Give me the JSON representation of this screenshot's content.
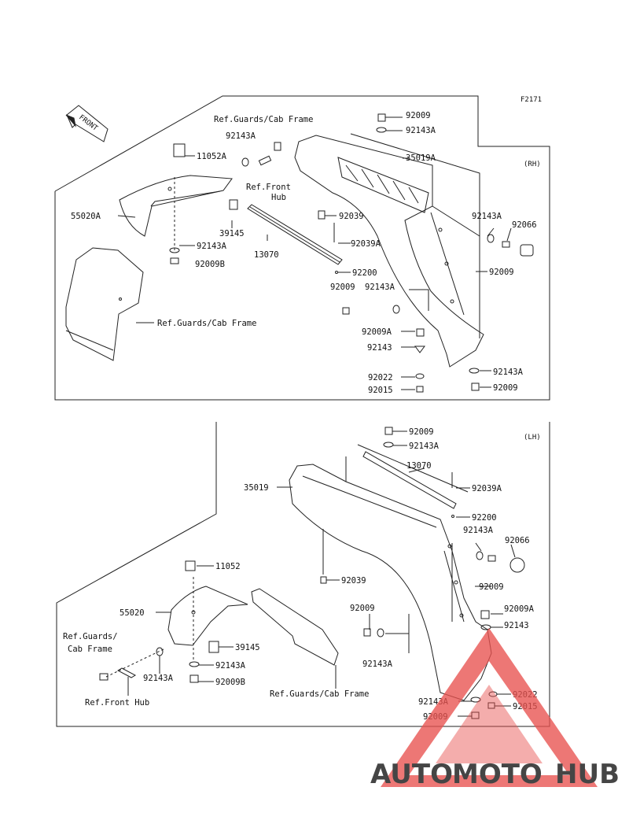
{
  "figure_code": "F2171",
  "front_label": "FRONT",
  "watermark": {
    "part1": "AUTO",
    "part2": "MOTO",
    "part3": "HUB",
    "color1": "#f5b25a",
    "color2": "#e8524f",
    "color3": "#808080"
  },
  "rh": {
    "side": "(RH)",
    "ref_guards_top": "Ref.Guards/Cab Frame",
    "ref_front_hub": [
      "Ref.Front",
      "Hub"
    ],
    "ref_guards_low": "Ref.Guards/Cab Frame",
    "parts": {
      "p92009_top": "92009",
      "p92143A_top": "92143A",
      "p35019A": "35019A",
      "p92143A_ref": "92143A",
      "p11052A": "11052A",
      "p55020A": "55020A",
      "p39145": "39145",
      "p13070": "13070",
      "p92143A_l": "92143A",
      "p92009B": "92009B",
      "p92039": "92039",
      "p92039A": "92039A",
      "p92143A_r": "92143A",
      "p92066": "92066",
      "p92009_r": "92009",
      "p92200": "92200",
      "p92009_m": "92009",
      "p92143A_m": "92143A",
      "p92009A": "92009A",
      "p92143": "92143",
      "p92022": "92022",
      "p92015": "92015",
      "p92143A_b": "92143A",
      "p92009_b": "92009"
    }
  },
  "lh": {
    "side": "(LH)",
    "ref_guards": [
      "Ref.Guards/",
      "Cab Frame"
    ],
    "ref_front_hub": "Ref.Front Hub",
    "ref_guards_low": "Ref.Guards/Cab Frame",
    "parts": {
      "p92009_top": "92009",
      "p92143A_top": "92143A",
      "p13070": "13070",
      "p35019": "35019",
      "p92039A": "92039A",
      "p92200": "92200",
      "p92143A_r": "92143A",
      "p92066": "92066",
      "p92009_r": "92009",
      "p92039": "92039",
      "p11052": "11052",
      "p55020": "55020",
      "p92009_m": "92009",
      "p92009A": "92009A",
      "p92143": "92143",
      "p39145": "39145",
      "p92143A_l": "92143A",
      "p92143A_m": "92143A",
      "p92143A_ll": "92143A",
      "p92009B": "92009B",
      "p92022": "92022",
      "p92015": "92015",
      "p92143A_b": "92143A",
      "p92009_b": "92009"
    }
  }
}
